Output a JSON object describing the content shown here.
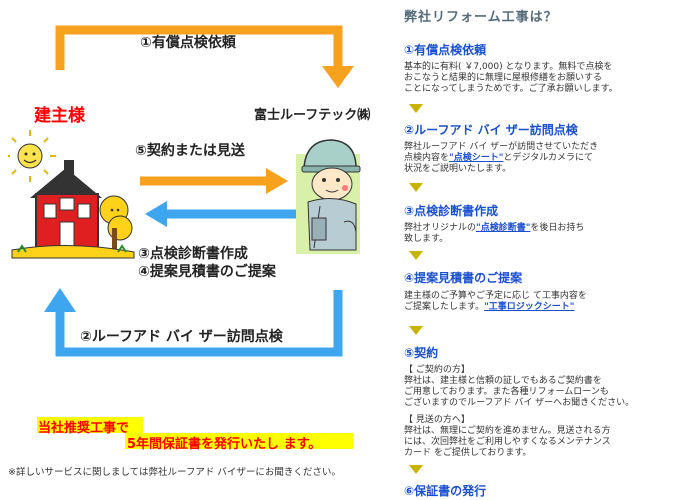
{
  "diagram": {
    "arrow_top_label": "①有償点検依頼",
    "owner_label": "建主様",
    "company_label": "富士ルーフテック㈱",
    "contract_label": "⑤契約または見送",
    "report_label_1": "③点検診断書作成",
    "report_label_2": "④提案見積書のご提案",
    "visit_label": "②ルーフアド バイ ザー訪問点検",
    "promo_line1": "当社推奨工事で",
    "promo_line2": "5年間保証書を発行いたし ます。",
    "footnote": "※詳しいサービスに関しましては弊社ルーフアド バイザーにお聞きください。"
  },
  "panel": {
    "title": "弊社リフォーム工事は？",
    "steps": [
      {
        "head": "①有償点検依頼",
        "body": [
          "基本的に有料( ￥7,000) となります。無料で点検を",
          "おこなうと結果的に無理に屋根修繕をお願いする",
          "ことになってしまうためです。ご了承お願いします。"
        ]
      },
      {
        "head": "②ルーフアド バイ ザー訪問点検",
        "body_pre": "弊社ルーフアド バイ ザーが訪問させていただき",
        "body_l2a": "点検内容を",
        "link": "\"点検シート\"",
        "body_l2b": "とデジタルカメラにて",
        "body_l3": "状況をご説明いたします。"
      },
      {
        "head": "③点検診断書作成",
        "body_l1a": "弊社オリジナルの",
        "link": "\"点検診断書\"",
        "body_l1b": "を後日お持ち",
        "body_l2": "致します。"
      },
      {
        "head": "④提案見積書のご提案",
        "body_l1": "建主様のご予算やご予定に応じ て工事内容を",
        "body_l2a": "ご提案したします。",
        "link": "\"工事ロジックシート\""
      },
      {
        "head": "⑤契約",
        "body": [
          "【 ご契約の方】",
          "弊社は、建主様と信頼の証しでもあるご契約書を",
          "ご用意しております。また各種リフォームローンも",
          "ございますのでルーフアド バイ ザーへお聞きください。",
          "",
          "【 見送の方へ】",
          "弊社は、無理にご契約を進めません。見送される方",
          "には、次回弊社をご利用しやすくなるメンテナンス",
          "カード をご提供しております。"
        ]
      },
      {
        "head": "⑥保証書の発行",
        "body": []
      }
    ]
  },
  "colors": {
    "orange": "#f6a21e",
    "blue": "#3ea6ee",
    "link": "#1a4fd0",
    "marker": "#c8b400",
    "promo_bg": "#ffff00",
    "promo_text": "#ff0000"
  }
}
